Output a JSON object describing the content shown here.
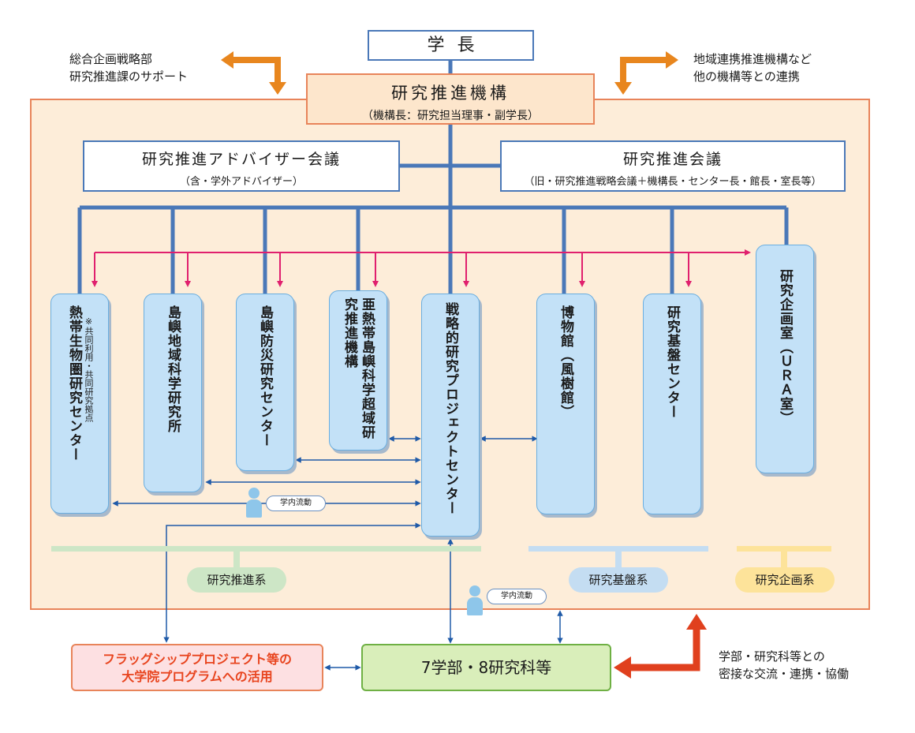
{
  "president": "学長",
  "organization": {
    "name": "研究推進機構",
    "sub": "（機構長：研究担当理事・副学長）"
  },
  "councils": {
    "advisory": {
      "name": "研究推進アドバイザー会議",
      "sub": "（含・学外アドバイザー）"
    },
    "promotion": {
      "name": "研究推進会議",
      "sub": "（旧・研究推進戦略会議＋機構長・センター長・館長・室長等）"
    }
  },
  "side_notes": {
    "left": [
      "総合企画戦略部",
      "研究推進課のサポート"
    ],
    "right": [
      "地域連携推進機構など",
      "他の機構等との連携"
    ],
    "bottom_right": [
      "学部・研究科等との",
      "密接な交流・連携・協働"
    ]
  },
  "units": [
    {
      "name": "熱帯生物圏研究センター",
      "note": "※共同利用・共同研究拠点"
    },
    {
      "name": "島嶼地域科学研究所"
    },
    {
      "name": "島嶼防災研究センター"
    },
    {
      "name": "亜熱帯島嶼科学超域研究推進機構"
    },
    {
      "name": "戦略的研究プロジェクトセンター"
    },
    {
      "name": "博物館（風樹館）"
    },
    {
      "name": "研究基盤センター"
    },
    {
      "name": "研究企画室（ＵＲＡ室）"
    }
  ],
  "flow_labels": [
    "学内流動",
    "学内流動"
  ],
  "categories": [
    "研究推進系",
    "研究基盤系",
    "研究企画系"
  ],
  "flagship": [
    "フラッグシッププロジェクト等の",
    "大学院プログラムへの活用"
  ],
  "faculty": "7学部・8研究科等",
  "colors": {
    "accent_orange": "#e8845a",
    "frame_fill": "#fdedd9",
    "line_blue": "#4a78b8",
    "pink_arrow": "#e0206e",
    "unit_fill": "#c3e1f7",
    "cat_green": "#cde6c6",
    "cat_blue": "#c4ddf2",
    "cat_yellow": "#fde39a",
    "big_arrow_orange": "#e8861e",
    "big_arrow_red": "#e0401e"
  },
  "icons": [
    "person-icon"
  ]
}
